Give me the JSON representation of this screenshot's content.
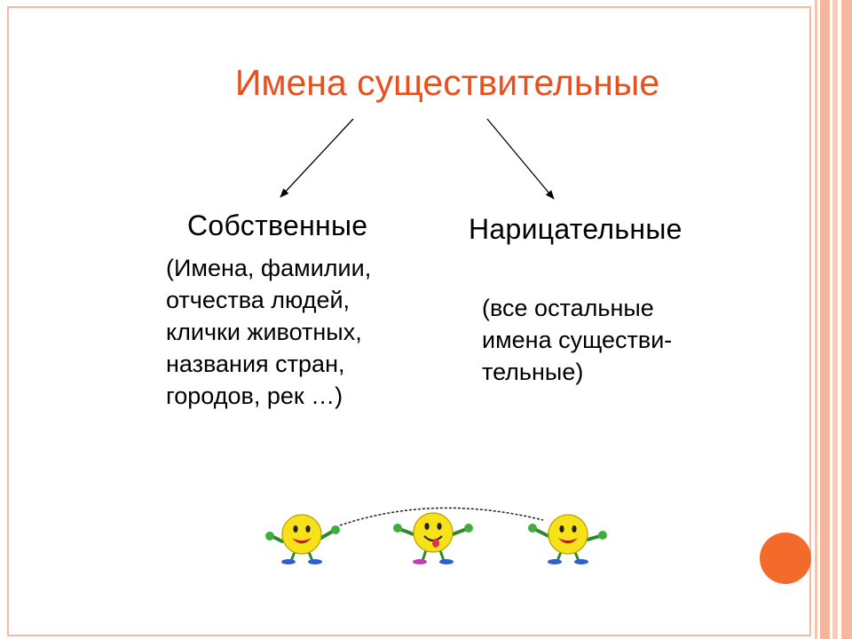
{
  "slide": {
    "title": "Имена существительные",
    "branches": [
      {
        "title": "Собственные",
        "description_lines": [
          "(Имена, фамилии,",
          "отчества людей,",
          "клички животных,",
          "названия стран,",
          "городов, рек …)"
        ]
      },
      {
        "title": "Нарицательные",
        "description_lines": [
          "(все остальные",
          "имена существи-",
          "тельные)"
        ]
      }
    ],
    "decoration": {
      "clipart": "three-jumping-smileys-with-rope",
      "accent_circle_color": "#f26b2a",
      "frame_color": "#f4b9a0",
      "title_color": "#e8501f"
    }
  }
}
